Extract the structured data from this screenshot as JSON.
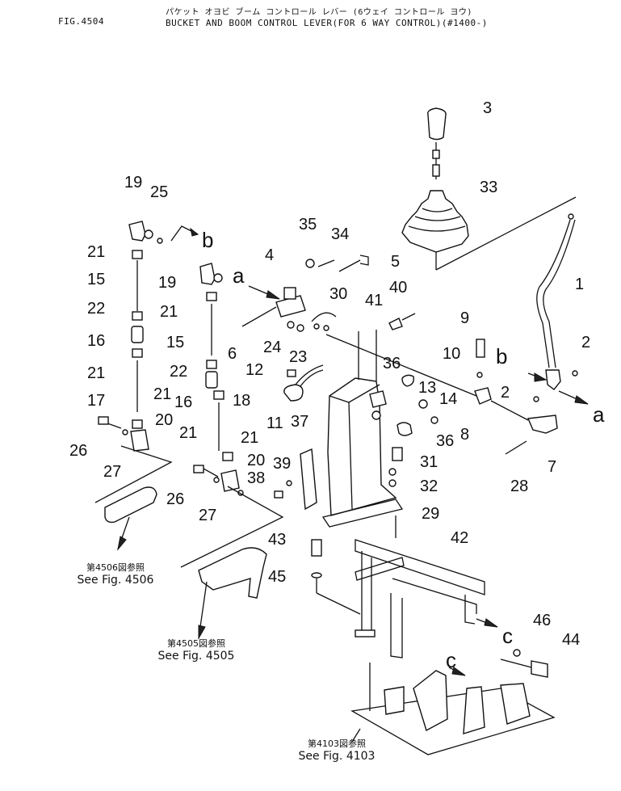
{
  "header": {
    "figure_no": "FIG.4504",
    "title_jp": "パケット オヨビ ブーム コントロール レバー (6ウェイ コントロール ヨウ)",
    "title_en": "BUCKET AND BOOM CONTROL LEVER(FOR 6 WAY CONTROL)(#1400-)"
  },
  "part_numbers": [
    "3",
    "33",
    "1",
    "2",
    "2",
    "19",
    "25",
    "21",
    "15",
    "22",
    "16",
    "21",
    "17",
    "26",
    "27",
    "20",
    "19",
    "21",
    "15",
    "22",
    "16",
    "21",
    "18",
    "21",
    "20",
    "26",
    "27",
    "4",
    "35",
    "34",
    "5",
    "6",
    "24",
    "23",
    "30",
    "40",
    "41",
    "9",
    "10",
    "36",
    "13",
    "14",
    "8",
    "12",
    "11",
    "37",
    "39",
    "38",
    "36",
    "31",
    "32",
    "29",
    "7",
    "28",
    "43",
    "45",
    "42",
    "46",
    "44"
  ],
  "letters": [
    "b",
    "a",
    "b",
    "a",
    "c",
    "c"
  ],
  "references": [
    {
      "jp": "第4506図参照",
      "en": "See Fig. 4506"
    },
    {
      "jp": "第4505図参照",
      "en": "See Fig. 4505"
    },
    {
      "jp": "第4103図参照",
      "en": "See Fig. 4103"
    }
  ]
}
